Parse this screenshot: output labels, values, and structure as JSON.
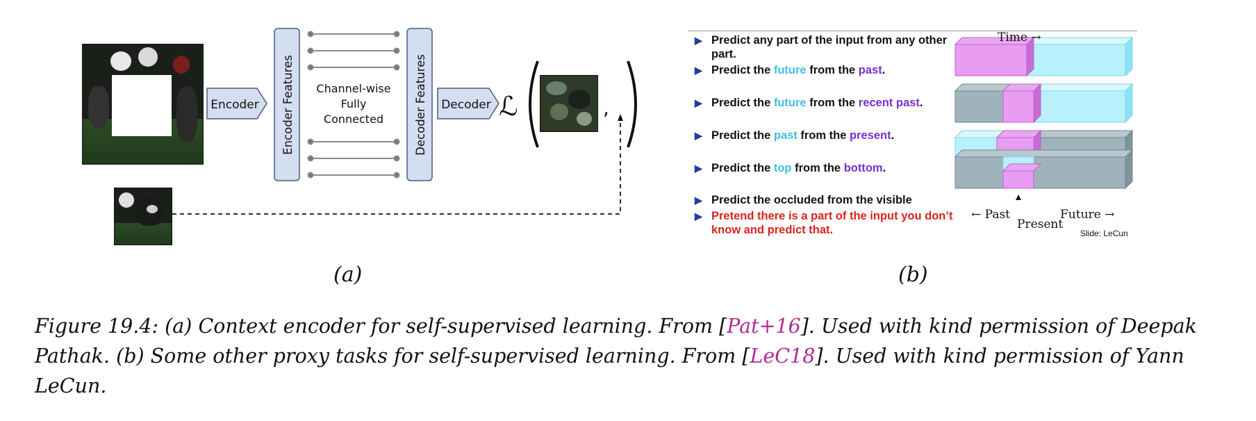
{
  "figure_a": {
    "encoder_label": "Encoder",
    "encoder_features_label": "Encoder Features",
    "channel_wise_lines": [
      "Channel-wise",
      "Fully",
      "Connected"
    ],
    "decoder_features_label": "Decoder Features",
    "decoder_label": "Decoder",
    "loss_symbol": "ℒ",
    "loss_comma": ",",
    "sublabel": "(a)"
  },
  "figure_b": {
    "bullets": [
      {
        "parts": [
          {
            "text": "Predict any part of the input from any other part.",
            "color": "default"
          }
        ]
      },
      {
        "parts": [
          {
            "text": "Predict the ",
            "color": "default"
          },
          {
            "text": "future",
            "color": "cyan"
          },
          {
            "text": " from the ",
            "color": "default"
          },
          {
            "text": "past",
            "color": "purple"
          },
          {
            "text": ".",
            "color": "default"
          }
        ]
      },
      {
        "parts": [
          {
            "text": "Predict the ",
            "color": "default"
          },
          {
            "text": "future",
            "color": "cyan"
          },
          {
            "text": " from the ",
            "color": "default"
          },
          {
            "text": "recent past",
            "color": "purple"
          },
          {
            "text": ".",
            "color": "default"
          }
        ]
      },
      {
        "parts": [
          {
            "text": "Predict the ",
            "color": "default"
          },
          {
            "text": "past",
            "color": "cyan"
          },
          {
            "text": " from the ",
            "color": "default"
          },
          {
            "text": "present",
            "color": "purple"
          },
          {
            "text": ".",
            "color": "default"
          }
        ]
      },
      {
        "parts": [
          {
            "text": "Predict the ",
            "color": "default"
          },
          {
            "text": "top",
            "color": "cyan"
          },
          {
            "text": " from the ",
            "color": "default"
          },
          {
            "text": "bottom",
            "color": "purple"
          },
          {
            "text": ".",
            "color": "default"
          }
        ]
      },
      {
        "parts": [
          {
            "text": "Predict the occluded from the visible",
            "color": "default"
          }
        ]
      },
      {
        "parts": [
          {
            "text": "Pretend there is a part of the input you don’t know and predict that.",
            "color": "red"
          }
        ]
      }
    ],
    "time_label": "Time →",
    "past_label": "← Past",
    "present_label": "Present",
    "future_label": "Future →",
    "credit": "Slide: LeCun",
    "sublabel": "(b)"
  },
  "caption": {
    "figure_number": "Figure 19.4:",
    "text_a": " (a) Context encoder for self-supervised learning. From [",
    "ref_a": "Pat+16",
    "text_b": "]. Used with kind permission of Deepak Pathak. (b) Some other proxy tasks for self-supervised learning. From [",
    "ref_b": "LeC18",
    "text_c": "]. Used with kind permission of Yann LeCun."
  },
  "colors": {
    "box_fill": "#d3def0",
    "box_stroke": "#4a5a7a",
    "cyan": "#3fc1e6",
    "purple": "#7a2fd0",
    "red": "#d9231c",
    "bullet_arrow": "#1f3f8f",
    "ref": "#b02a96",
    "bar_cyan": "#b8f1fb",
    "bar_magenta": "#e89cf2",
    "bar_gray": "#9fb3bb"
  }
}
